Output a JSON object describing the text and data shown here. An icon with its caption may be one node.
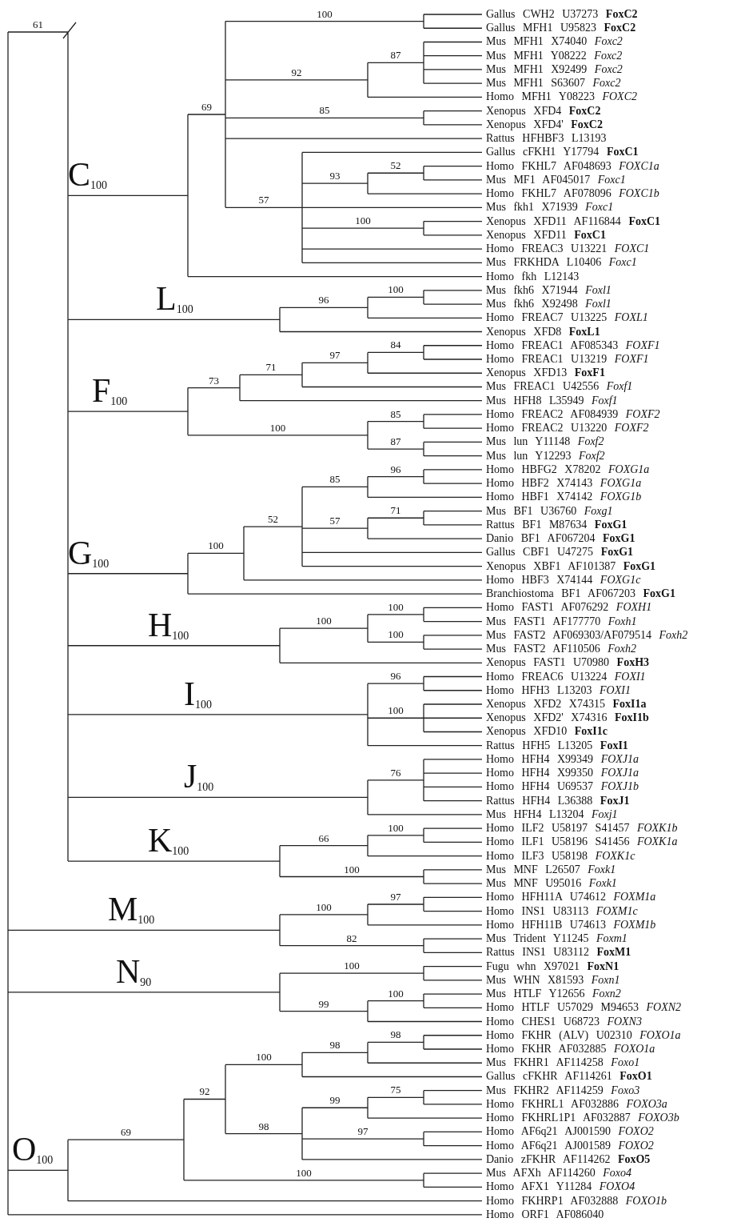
{
  "diagram": {
    "labels": [
      "Gallus CWH2 U37273 **FoxC2**",
      "Gallus MFH1 U95823 **FoxC2**",
      "Mus MFH1 X74040 *Foxc2*",
      "Mus MFH1 Y08222 *Foxc2*",
      "Mus MFH1 X92499 *Foxc2*",
      "Mus MFH1 S63607 *Foxc2*",
      "Homo MFH1 Y08223 *FOXC2*",
      "Xenopus XFD4 **FoxC2**",
      "Xenopus XFD4' **FoxC2**",
      "Rattus HFHBF3 L13193",
      "Gallus cFKH1 Y17794 **FoxC1**",
      "Homo FKHL7 AF048693 *FOXC1a*",
      "Mus MF1 AF045017 *Foxc1*",
      "Homo FKHL7 AF078096 *FOXC1b*",
      "Mus fkh1 X71939 *Foxc1*",
      "Xenopus XFD11 AF116844 **FoxC1**",
      "Xenopus XFD11 **FoxC1**",
      "Homo FREAC3 U13221 *FOXC1*",
      "Mus FRKHDA L10406 *Foxc1*",
      "Homo fkh L12143",
      "Mus fkh6 X71944 *Foxl1*",
      "Mus fkh6 X92498 *Foxl1*",
      "Homo FREAC7 U13225 *FOXL1*",
      "Xenopus XFD8 **FoxL1**",
      "Homo FREAC1 AF085343 *FOXF1*",
      "Homo FREAC1 U13219 *FOXF1*",
      "Xenopus XFD13 **FoxF1**",
      "Mus FREAC1 U42556 *Foxf1*",
      "Mus HFH8 L35949 *Foxf1*",
      "Homo FREAC2 AF084939 *FOXF2*",
      "Homo FREAC2 U13220 *FOXF2*",
      "Mus lun Y11148 *Foxf2*",
      "Mus lun Y12293 *Foxf2*",
      "Homo HBFG2 X78202 *FOXG1a*",
      "Homo HBF2 X74143 *FOXG1a*",
      "Homo HBF1 X74142 *FOXG1b*",
      "Mus BF1 U36760 *Foxg1*",
      "Rattus BF1 M87634 **FoxG1**",
      "Danio BF1 AF067204 **FoxG1**",
      "Gallus CBF1 U47275 **FoxG1**",
      "Xenopus XBF1 AF101387 **FoxG1**",
      "Homo HBF3 X74144 *FOXG1c*",
      "Branchiostoma BF1 AF067203 **FoxG1**",
      "Homo FAST1 AF076292 *FOXH1*",
      "Mus FAST1 AF177770 *Foxh1*",
      "Mus FAST2 AF069303/AF079514 *Foxh2*",
      "Mus FAST2 AF110506 *Foxh2*",
      "Xenopus FAST1 U70980 **FoxH3**",
      "Homo FREAC6 U13224 *FOXI1*",
      "Homo HFH3 L13203 *FOXI1*",
      "Xenopus XFD2 X74315 **FoxI1a**",
      "Xenopus XFD2' X74316 **FoxI1b**",
      "Xenopus XFD10 **FoxI1c**",
      "Rattus HFH5 L13205 **FoxI1**",
      "Homo HFH4 X99349 *FOXJ1a*",
      "Homo HFH4 X99350 *FOXJ1a*",
      "Homo HFH4 U69537 *FOXJ1b*",
      "Rattus HFH4 L36388 **FoxJ1**",
      "Mus HFH4 L13204 *Foxj1*",
      "Homo ILF2 U58197 S41457 *FOXK1b*",
      "Homo ILF1 U58196 S41456 *FOXK1a*",
      "Homo ILF3 U58198 *FOXK1c*",
      "Mus MNF L26507 *Foxk1*",
      "Mus MNF U95016 *Foxk1*",
      "Homo HFH11A U74612 *FOXM1a*",
      "Homo INS1 U83113 *FOXM1c*",
      "Homo HFH11B U74613 *FOXM1b*",
      "Mus Trident Y11245 *Foxm1*",
      "Rattus INS1 U83112 **FoxM1**",
      "Fugu whn X97021 **FoxN1**",
      "Mus WHN X81593 *Foxn1*",
      "Mus HTLF Y12656 *Foxn2*",
      "Homo HTLF U57029 M94653 *FOXN2*",
      "Homo CHES1 U68723 *FOXN3*",
      "Homo FKHR (ALV) U02310 *FOXO1a*",
      "Homo FKHR AF032885 *FOXO1a*",
      "Mus FKHR1 AF114258 *Foxo1*",
      "Gallus cFKHR AF114261 **FoxO1**",
      "Mus FKHR2 AF114259 *Foxo3*",
      "Homo FKHRL1 AF032886 *FOXO3a*",
      "Homo FKHRL1P1 AF032887 *FOXO3b*",
      "Homo AF6q21 AJ001590 *FOXO2*",
      "Homo AF6q21 AJ001589 *FOXO2*",
      "Danio zFKHR AF114262 **FoxO5**",
      "Mus AFXh AF114260 *Foxo4*",
      "Homo AFX1 Y11284 *FOXO4*",
      "Homo FKHRP1 AF032888 *FOXO1b*",
      "Homo ORF1 AF086040",
      "61",
      "100",
      "92",
      "87",
      "69",
      "85",
      "93",
      "52",
      "57",
      "100",
      "C$_{100}$",
      "100",
      "96",
      "L$_{100}$",
      "84",
      "97",
      "71",
      "73",
      "F$_{100}$",
      "85",
      "100",
      "87",
      "96",
      "85",
      "71",
      "52",
      "57",
      "100",
      "G$_{100}$",
      "100",
      "100",
      "H$_{100}$",
      "100",
      "96",
      "I$_{100}$",
      "100",
      "J$_{100}$",
      "76",
      "100",
      "66",
      "K$_{100}$",
      "100",
      "97",
      "100",
      "M$_{100}$",
      "82",
      "100",
      "N$_{90}$",
      "100",
      "99",
      "98",
      "100",
      "98",
      "92",
      "69",
      "75",
      "99",
      "98",
      "97",
      "100",
      "O$_{100}$"
    ]
  }
}
